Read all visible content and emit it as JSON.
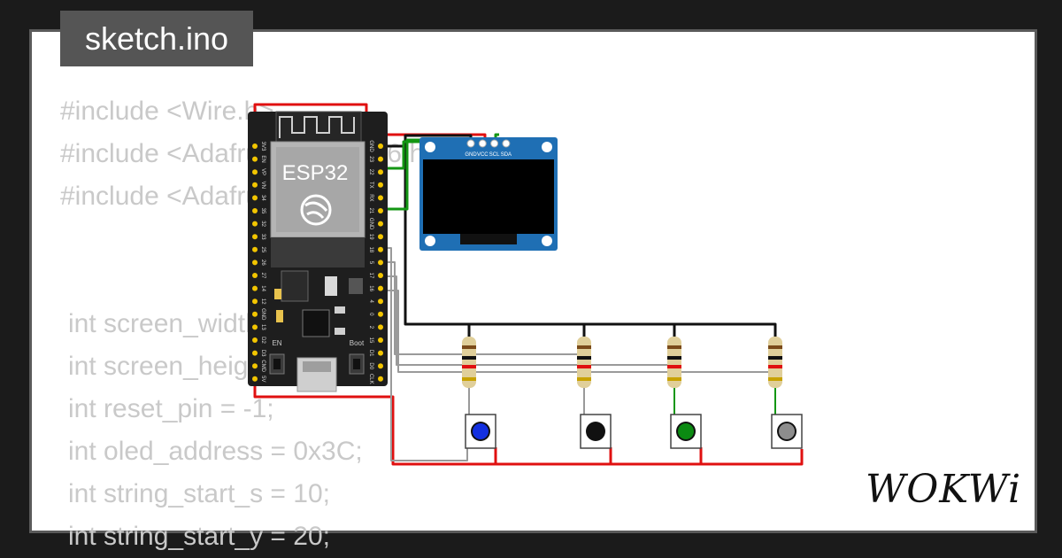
{
  "tab": {
    "filename": "sketch.ino"
  },
  "code_lines": [
    {
      "text": "#include <Wire.h>",
      "indent": false
    },
    {
      "text": "#include <Adafruit_SSD1306.h>",
      "indent": false
    },
    {
      "text": "#include <Adafruit_GFX.h>",
      "indent": false
    },
    {
      "text": "",
      "indent": false
    },
    {
      "text": "",
      "indent": false
    },
    {
      "text": "int screen_width = 128;",
      "indent": true
    },
    {
      "text": "int screen_height = 64;",
      "indent": true
    },
    {
      "text": "int reset_pin = -1;",
      "indent": true
    },
    {
      "text": "int oled_address = 0x3C;",
      "indent": true
    },
    {
      "text": "int string_start_s = 10;",
      "indent": true
    },
    {
      "text": "int string_start_y = 20;",
      "indent": true
    }
  ],
  "esp32": {
    "label": "ESP32",
    "en_label": "EN",
    "boot_label": "Boot",
    "left_pins": [
      "3V3",
      "EN",
      "VP",
      "VN",
      "34",
      "35",
      "32",
      "33",
      "25",
      "26",
      "27",
      "14",
      "12",
      "GND",
      "13",
      "D2",
      "D3",
      "CMD",
      "5V"
    ],
    "right_pins": [
      "GND",
      "23",
      "22",
      "TX",
      "RX",
      "21",
      "GND",
      "19",
      "18",
      "5",
      "17",
      "16",
      "4",
      "0",
      "2",
      "15",
      "D1",
      "D0",
      "CLK"
    ]
  },
  "oled": {
    "pins": [
      "GND",
      "VCC",
      "SCL",
      "SDA"
    ]
  },
  "buttons": [
    {
      "color": "#1330e0"
    },
    {
      "color": "#111111"
    },
    {
      "color": "#0b8a12"
    },
    {
      "color": "#8d8d8d"
    }
  ],
  "colors": {
    "wire_red": "#e01010",
    "wire_black": "#111111",
    "wire_green": "#139613",
    "wire_gray": "#9a9a9a",
    "board": "#1e1e1e",
    "oled_pcb": "#1f6fb4"
  },
  "logo": {
    "text": "WOKWi"
  }
}
